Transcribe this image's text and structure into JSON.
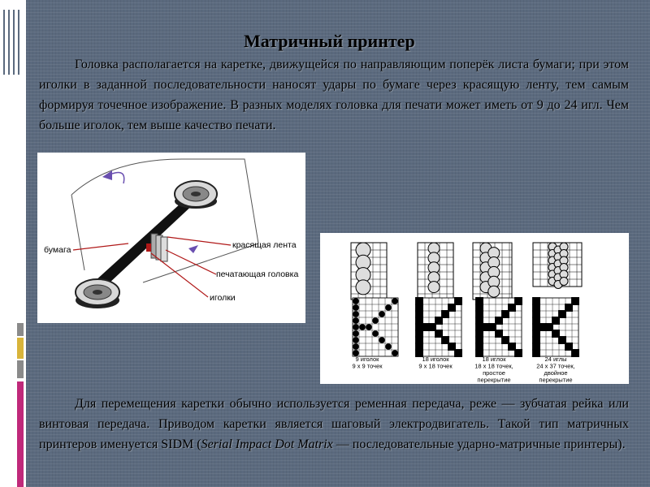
{
  "slide": {
    "title": "Матричный принтер",
    "paragraph1": "Головка располагается на каретке, движущейся по направляющим поперёк листа бумаги; при этом иголки в заданной последовательности наносят удары по бумаге через красящую ленту, тем самым формируя точечное изображение. В разных моделях головка для печати может иметь от 9 до 24 игл. Чем больше иголок, тем выше качество печати.",
    "paragraph2": {
      "part1": "Для перемещения каретки обычно используется ременная передача, реже — зубчатая рейка или винтовая передача. Приводом каретки является шаговый электродвигатель. Такой тип матричных принтеров именуется SIDM (",
      "italic": "Serial Impact Dot Matrix",
      "part2": " — последовательные ударно-матричные принтеры)."
    }
  },
  "diagram1": {
    "labels": {
      "paper": "бумага",
      "ribbon": "красящая лента",
      "head": "печатающая головка",
      "needles": "иголки"
    }
  },
  "diagram2": {
    "letter": "K",
    "captions": [
      [
        "9 иголок",
        "9 x 9 точек"
      ],
      [
        "18 иголок",
        "9 x 18 точек"
      ],
      [
        "18 иглок",
        "18 x 18 точек,",
        "простое",
        "перекрытие"
      ],
      [
        "24 иглы",
        "24 x 37 точек,",
        "двойное",
        "перекрытие"
      ]
    ]
  },
  "colors": {
    "slide_bg": "#5b6a7e",
    "accent_pink": "#c0297a",
    "accent_gold": "#d8b43a",
    "accent_gray": "#8a8a8a",
    "pointer_red": "#b01818",
    "arrow_purple": "#6a4fb0"
  }
}
